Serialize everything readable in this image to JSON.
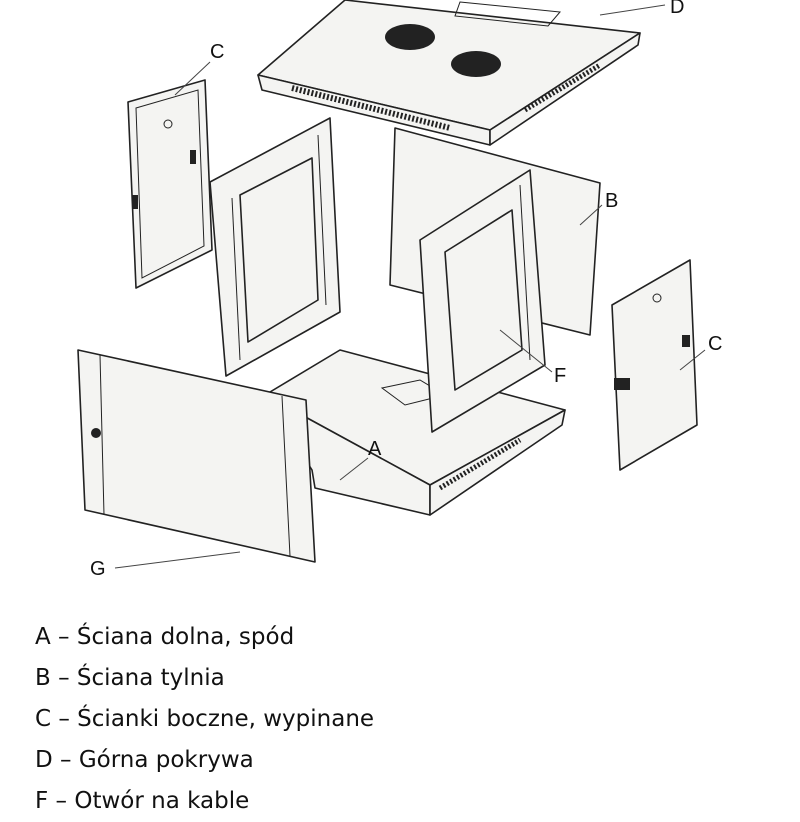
{
  "labels": {
    "A": "A",
    "B": "B",
    "C": "C",
    "D": "D",
    "F": "F",
    "G": "G"
  },
  "legend": [
    "A – Ściana dolna, spód",
    "B – Ściana tylnia",
    "C – Ścianki boczne, wypinane",
    "D – Górna pokrywa",
    "F – Otwór na kable"
  ]
}
